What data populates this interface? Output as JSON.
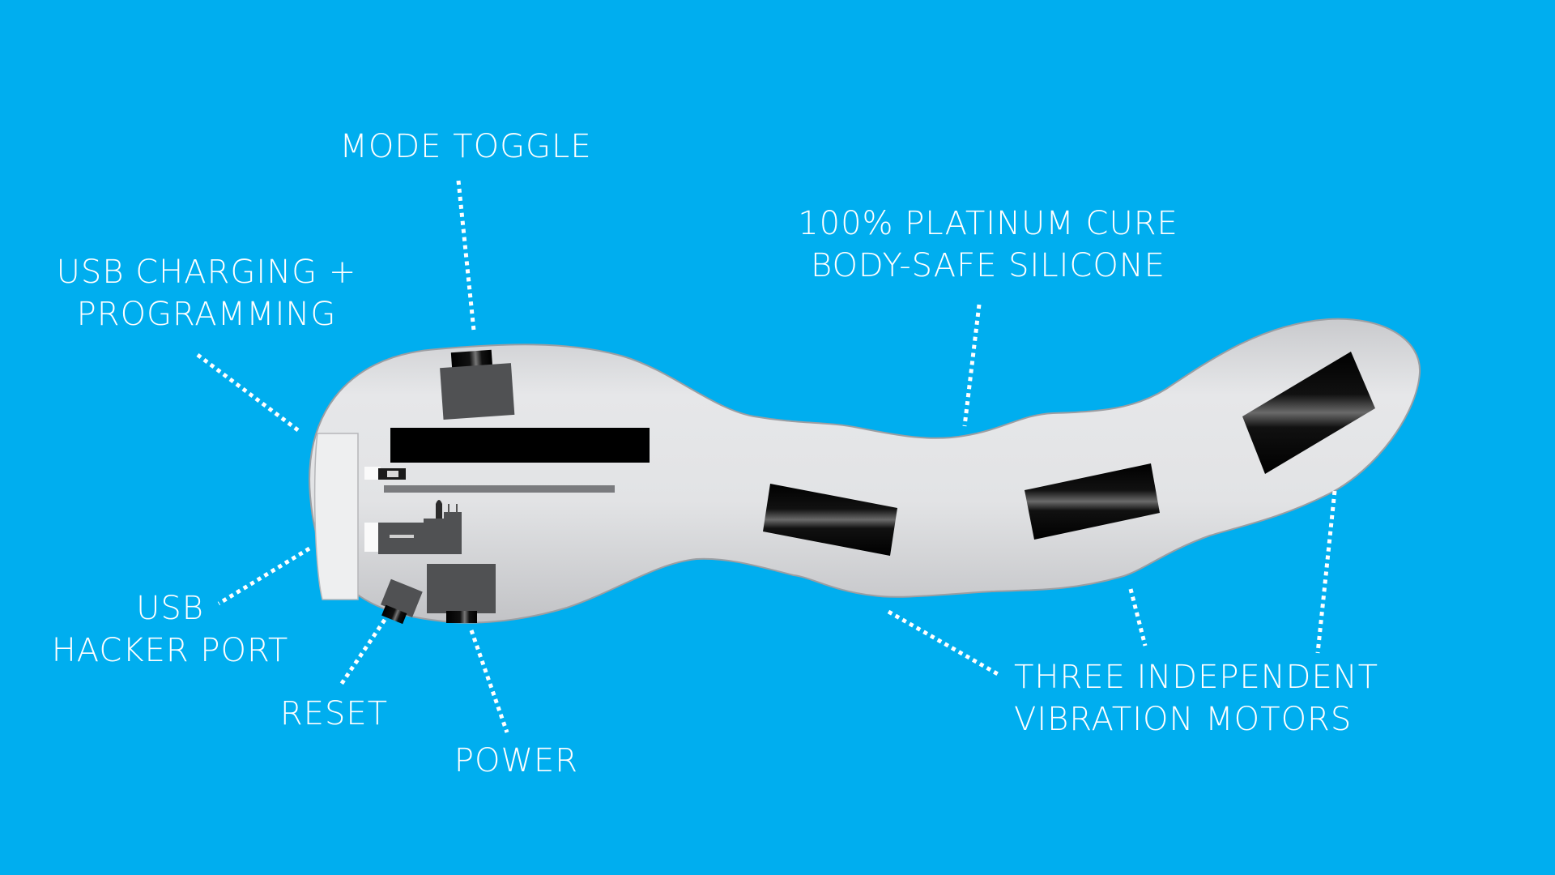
{
  "background_color": "#00AEEF",
  "labels": {
    "mode_toggle": [
      "MODE TOGGLE"
    ],
    "usb_charging": [
      "USB CHARGING +",
      "PROGRAMMING"
    ],
    "platinum_silicone": [
      "100% PLATINUM CURE",
      "BODY-SAFE SILICONE"
    ],
    "usb_hacker_port": [
      "USB",
      "HACKER PORT"
    ],
    "reset": [
      "RESET"
    ],
    "power": [
      "POWER"
    ],
    "vibration_motors": [
      "THREE INDEPENDENT",
      "VIBRATION MOTORS"
    ]
  },
  "colors": {
    "body": "#E4E5E7",
    "body_edge": "#9C9EA2",
    "battery": "#000000",
    "pcb": "#7A7B7E",
    "component": "#505153",
    "motor": "#050505",
    "leader": "#FFFFFF"
  }
}
